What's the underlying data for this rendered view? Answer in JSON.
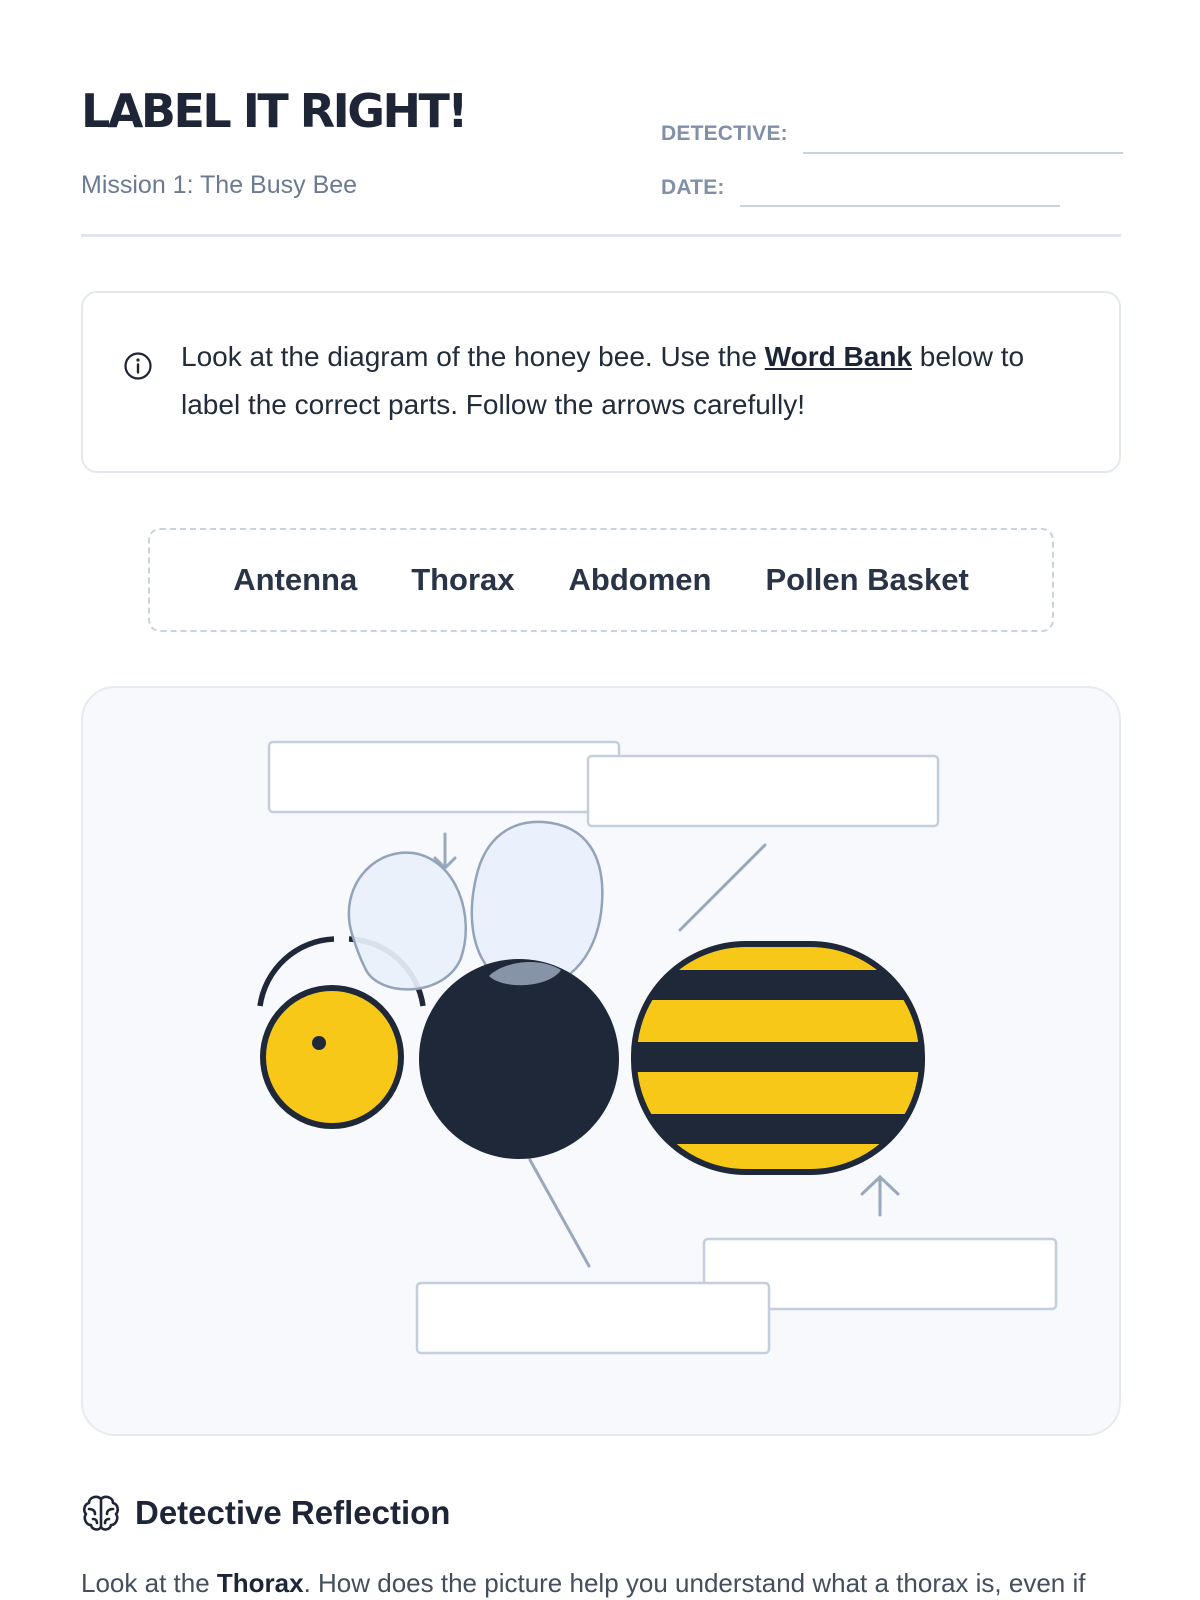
{
  "header": {
    "title": "LABEL IT RIGHT!",
    "mission": "Mission 1: The Busy Bee",
    "detective_label": "DETECTIVE:",
    "date_label": "DATE:"
  },
  "instructions": {
    "text_before": "Look at the diagram of the honey bee. Use the ",
    "emphasis": "Word Bank",
    "text_after": " below to label the correct parts. Follow the arrows carefully!",
    "icon": "info-icon"
  },
  "word_bank": {
    "words": [
      "Antenna",
      "Thorax",
      "Abdomen",
      "Pollen Basket"
    ]
  },
  "diagram": {
    "subject": "honey bee",
    "label_boxes": 4,
    "colors": {
      "panel_bg": "#f7f9fc",
      "body_dark": "#1f2839",
      "body_yellow": "#f7c818",
      "wing_fill": "#e8f0fb",
      "line": "#9aa8bd"
    }
  },
  "reflection": {
    "icon": "brain-icon",
    "title": "Detective Reflection",
    "text_before": "Look at the ",
    "emphasis": "Thorax",
    "text_after": ". How does the picture help you understand what a thorax is, even if"
  }
}
